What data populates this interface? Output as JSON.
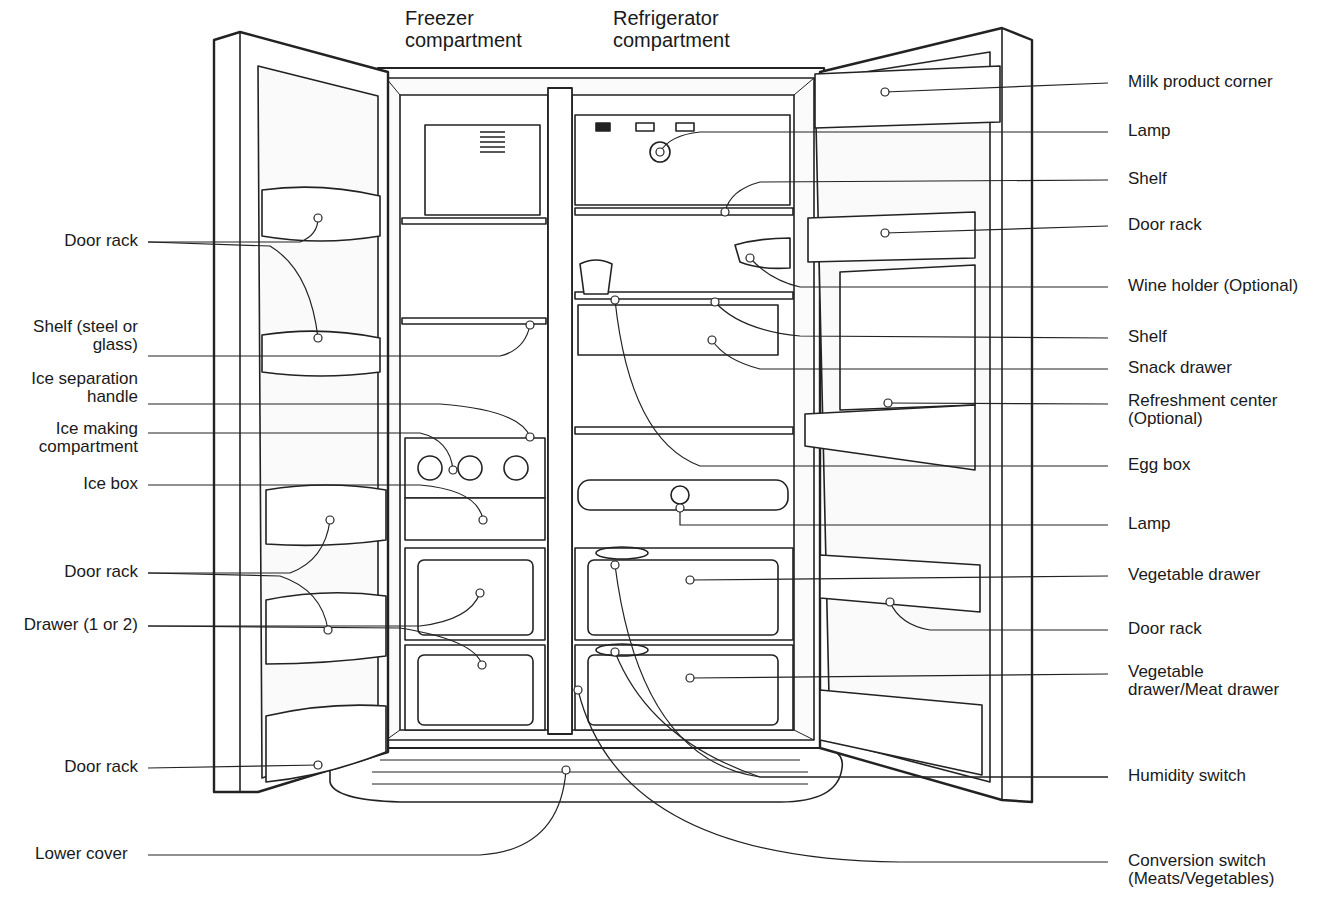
{
  "diagram": {
    "labels": [
      "Freezer compartment",
      "Refrigerator compartment",
      "Door rack",
      "Shelf (steel or glass)",
      "Ice separation handle",
      "Ice making compartment",
      "Ice box",
      "Door rack",
      "Drawer (1 or 2)",
      "Door rack",
      "Lower cover",
      "Milk product corner",
      "Lamp",
      "Shelf",
      "Door rack",
      "Wine holder (Optional)",
      "Shelf",
      "Snack drawer",
      "Refreshment center (Optional)",
      "Egg box",
      "Lamp",
      "Vegetable drawer",
      "Door rack",
      "Vegetable drawer/Meat drawer",
      "Humidity switch",
      "Conversion switch (Meats/Vegetables)"
    ]
  }
}
